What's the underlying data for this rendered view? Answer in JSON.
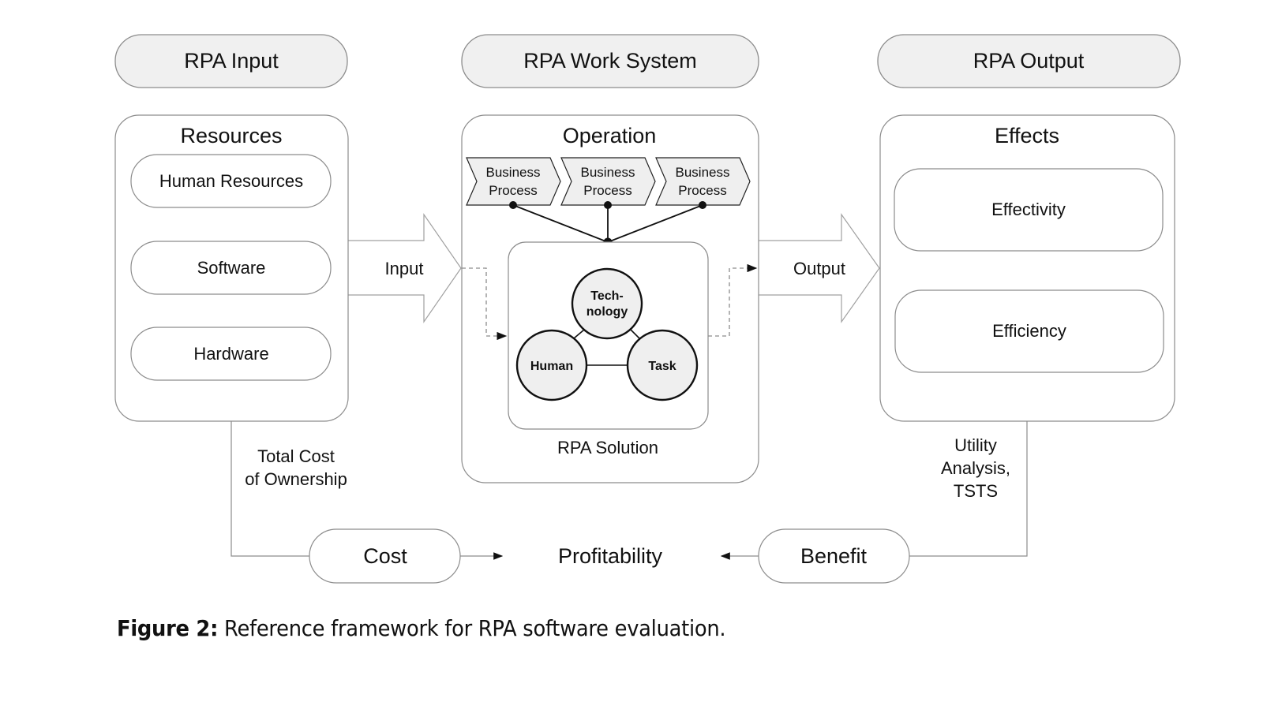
{
  "columns": {
    "input": {
      "header": "RPA Input",
      "box_title": "Resources",
      "items": [
        "Human Resources",
        "Software",
        "Hardware"
      ]
    },
    "work_system": {
      "header": "RPA Work System",
      "box_title": "Operation",
      "business_processes": [
        {
          "line1": "Business",
          "line2": "Process"
        },
        {
          "line1": "Business",
          "line2": "Process"
        },
        {
          "line1": "Business",
          "line2": "Process"
        }
      ],
      "solution_label": "RPA Solution",
      "circles": {
        "technology": {
          "line1": "Tech-",
          "line2": "nology"
        },
        "human": "Human",
        "task": "Task"
      }
    },
    "output": {
      "header": "RPA Output",
      "box_title": "Effects",
      "items": [
        "Effectivity",
        "Efficiency"
      ]
    }
  },
  "arrows": {
    "input_label": "Input",
    "output_label": "Output"
  },
  "bottom": {
    "tco_line1": "Total Cost",
    "tco_line2": "of Ownership",
    "utility_line1": "Utility",
    "utility_line2": "Analysis,",
    "utility_line3": "TSTS",
    "cost": "Cost",
    "profitability": "Profitability",
    "benefit": "Benefit"
  },
  "caption": {
    "prefix": "Figure 2:",
    "text": " Reference framework for RPA software evaluation."
  },
  "colors": {
    "stroke": "#8c8c8c",
    "pill_fill": "#f0f0f0",
    "circle_fill": "#efefef",
    "text": "#111111"
  }
}
